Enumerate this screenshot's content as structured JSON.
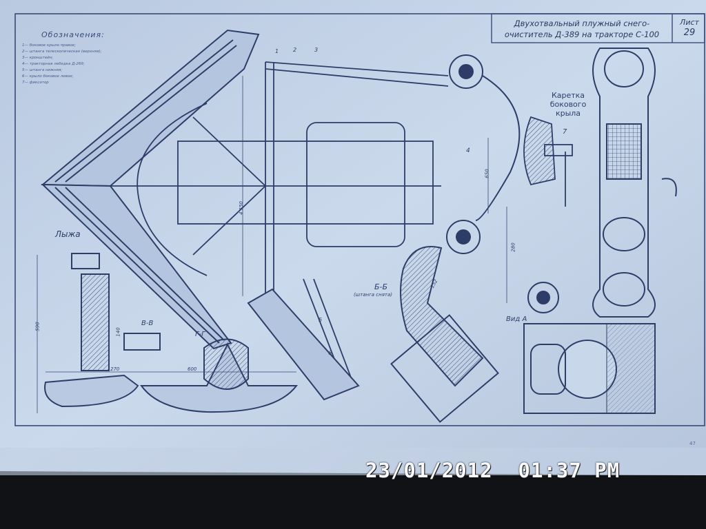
{
  "drawing": {
    "title": "Двухотвальный плужный снегоочиститель Д-389 на тракторе С-100",
    "title_line1": "Двухотвальный плужный снего-",
    "title_line2": "очиститель Д-389 на тракторе С-100",
    "sheet_label": "Лист",
    "sheet_number": "29",
    "legend_title": "Обозначения:",
    "legend_items": [
      "1— боковое крыло правое;",
      "2— штанга телескопическая (верхняя);",
      "3— кронштейн;",
      "4— тракторная лебедка Д-269;",
      "5— штанга нижняя;",
      "6— крыло боковое левое;",
      "7— фиксатор"
    ],
    "labels": {
      "ski": "Лыжа",
      "section_bb": "Б-Б",
      "section_bb_sub": "(штанга снята)",
      "section_vv": "В-В",
      "section_gg": "Г-Г",
      "view_a": "Вид А",
      "carriage": "Каретка бокового крыла",
      "dim_650": "650",
      "dim_280": "280",
      "dim_4550": "4 550",
      "dim_270": "270",
      "dim_600": "600",
      "dim_152": "152",
      "dim_590": "590",
      "dim_140": "140"
    },
    "callouts": [
      "1",
      "2",
      "3",
      "4",
      "5",
      "6",
      "7"
    ],
    "page_number": "47"
  },
  "camera": {
    "date_stamp": "23/01/2012",
    "time_stamp": "01:37 PM"
  },
  "colors": {
    "paper": "#c7d6ea",
    "ink": "#2e3d68",
    "background": "#15171a",
    "stamp": "#fafafa"
  }
}
